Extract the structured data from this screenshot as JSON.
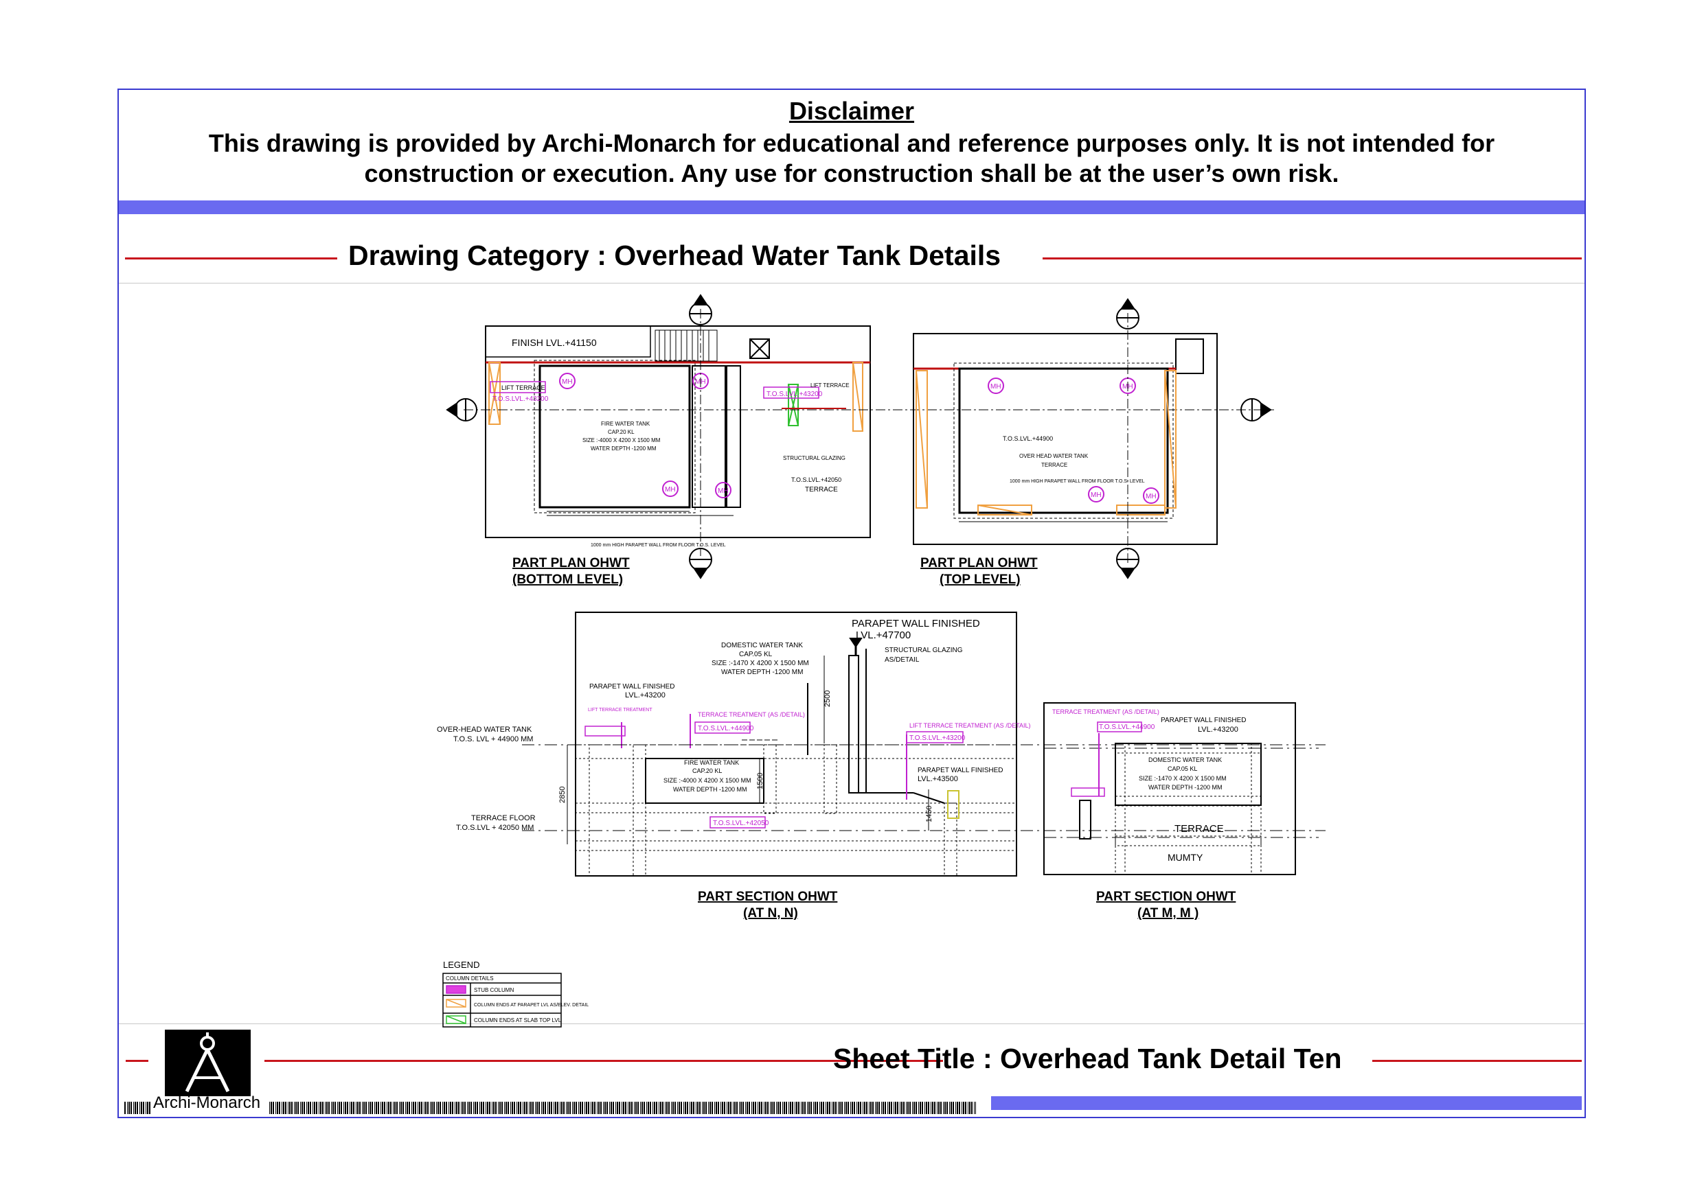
{
  "disclaimer": {
    "title": "Disclaimer",
    "text": "This drawing is provided by Archi-Monarch for educational and reference purposes only. It is not intended for construction or execution. Any use for construction shall be at the user’s own risk."
  },
  "header": {
    "category": "Drawing Category : Overhead Water Tank Details"
  },
  "footer": {
    "sheet_title": "Sheet Title : Overhead Tank Detail Ten",
    "brand": "Archi-Monarch"
  },
  "colors": {
    "frame": "#3a3ad0",
    "band": "#6a6af0",
    "rule": "#c8161d",
    "magenta": "#c020d0",
    "orange": "#f0a040",
    "green": "#30c030"
  },
  "drawings": {
    "plan_bottom": {
      "title": "PART PLAN OHWT",
      "subtitle": "(BOTTOM  LEVEL)",
      "finish_level": "FINISH LVL.+41150",
      "lift_terrace": "LIFT TERRACE",
      "tos_level": "T.O.S.LVL.+43200",
      "fire_tank": [
        "FIRE WATER TANK",
        "CAP.20 KL",
        "SIZE :-4000 X 4200 X 1500 MM",
        "WATER DEPTH -1200 MM"
      ],
      "manhole": "MH",
      "structural_glazing": "STRUCTURAL GLAZING",
      "terrace_level": "T.O.S.LVL.+42050",
      "terrace": "TERRACE",
      "parapet_note": "1000 mm HIGH PARAPET WALL FROM FLOOR T.O.S. LEVEL"
    },
    "plan_top": {
      "title": "PART PLAN OHWT",
      "subtitle": "(TOP  LEVEL)",
      "tos_level": "T.O.S.LVL.+44900",
      "tank_label": "OVER HEAD WATER TANK",
      "terrace": "TERRACE",
      "manhole": "MH",
      "parapet_note": "1000 mm HIGH PARAPET WALL FROM FLOOR T.O.S. LEVEL"
    },
    "section_nn": {
      "title": "PART SECTION OHWT",
      "subtitle": "(AT N, N)",
      "parapet_finished_top": "PARAPET WALL FINISHED",
      "parapet_level_top": "LVL.+47700",
      "structural_glazing": "STRUCTURAL GLAZING",
      "as_detail": "AS/DETAIL",
      "domestic_tank": [
        "DOMESTIC WATER TANK",
        "CAP.05 KL",
        "SIZE :-1470 X 4200 X 1500 MM",
        "WATER DEPTH -1200 MM"
      ],
      "parapet_left": "PARAPET WALL FINISHED",
      "parapet_left_level": "LVL.+43200",
      "lift_treatment": "LIFT TERRACE TREATMENT",
      "terrace_treatment": "TERRACE TREATMENT (AS /DETAIL)",
      "tos_44900": "T.O.S.LVL.+44900",
      "lift_terrace_treatment": "LIFT TERRACE TREATMENT (AS /DETAIL)",
      "tos_43200": "T.O.S.LVL.+43200",
      "ohwt_label": "OVER-HEAD WATER TANK",
      "ohwt_level": "T.O.S. LVL + 44900 MM",
      "fire_tank": [
        "FIRE WATER TANK",
        "CAP.20 KL",
        "SIZE :-4000 X 4200 X 1500 MM",
        "WATER DEPTH -1200 MM"
      ],
      "parapet_right": "PARAPET WALL FINISHED",
      "parapet_right_level": "LVL.+43500",
      "terrace_floor": "TERRACE FLOOR",
      "terrace_floor_level": "T.O.S.LVL + 42050 MM",
      "tos_42050": "T.O.S.LVL.+42050",
      "dim_2500": "2500",
      "dim_2850": "2850",
      "dim_1500": "1500",
      "dim_1450": "1450"
    },
    "section_mm": {
      "title": "PART SECTION OHWT",
      "subtitle": "(AT M, M )",
      "terrace_treatment": "TERRACE TREATMENT (AS /DETAIL)",
      "tos_44900": "T.O.S.LVL.+44900",
      "parapet": "PARAPET WALL FINISHED",
      "parapet_level": "LVL.+43200",
      "domestic_tank": [
        "DOMESTIC WATER TANK",
        "CAP.05 KL",
        "SIZE :-1470 X 4200 X 1500 MM",
        "WATER DEPTH -1200 MM"
      ],
      "terrace": "TERRACE",
      "mumty": "MUMTY"
    },
    "legend": {
      "title": "LEGEND",
      "header": "COLUMN DETAILS",
      "rows": [
        "STUB COLUMN",
        "COLUMN ENDS AT PARAPET LVL AS/ELEV. DETAIL",
        "COLUMN ENDS AT SLAB TOP LVL"
      ]
    }
  }
}
